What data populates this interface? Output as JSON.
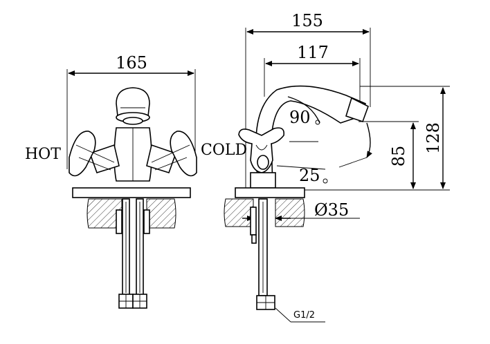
{
  "labels": {
    "hot": "HOT",
    "cold": "COLD",
    "thread": "G1/2"
  },
  "dimensions": {
    "front_width": "165",
    "total_reach": "155",
    "spout_reach": "117",
    "total_height": "128",
    "spout_height": "85",
    "base_diameter": "Ø35",
    "swivel_angle": "90",
    "handle_angle": "25"
  }
}
